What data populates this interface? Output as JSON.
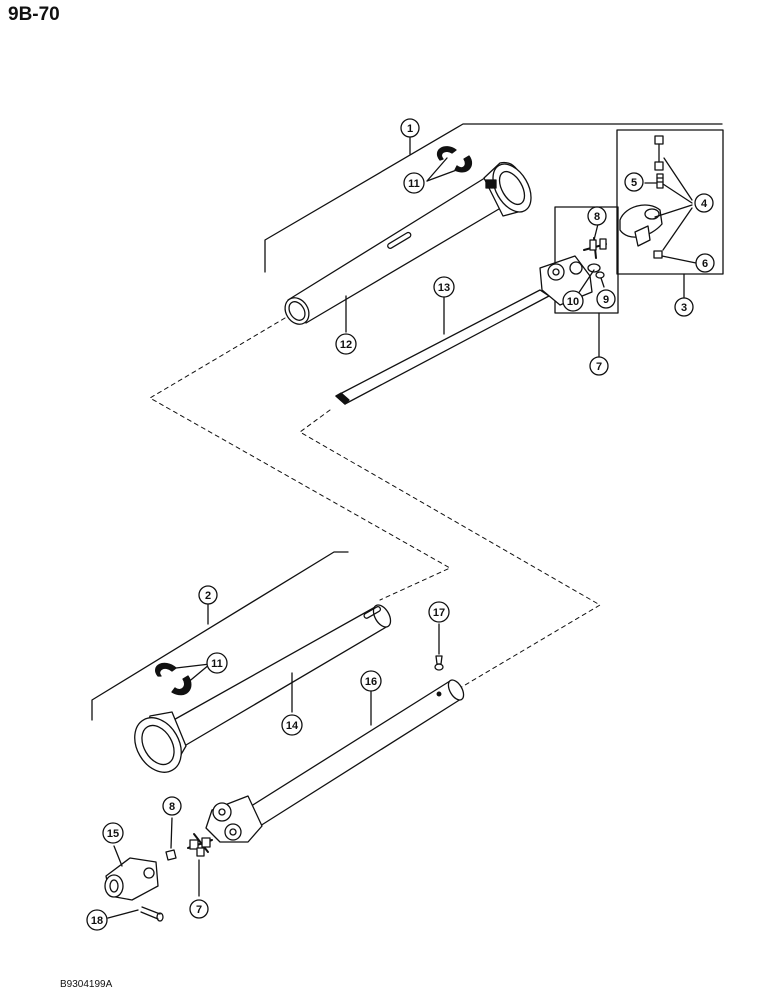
{
  "page_code": "9B-70",
  "doc_code": "B9304199A",
  "callouts": {
    "c1": "1",
    "c2": "2",
    "c3": "3",
    "c4": "4",
    "c5": "5",
    "c6": "6",
    "c7a": "7",
    "c7b": "7",
    "c8a": "8",
    "c8b": "8",
    "c9": "9",
    "c10": "10",
    "c11a": "11",
    "c11b": "11",
    "c12": "12",
    "c13": "13",
    "c14": "14",
    "c15": "15",
    "c16": "16",
    "c17": "17",
    "c18": "18"
  }
}
